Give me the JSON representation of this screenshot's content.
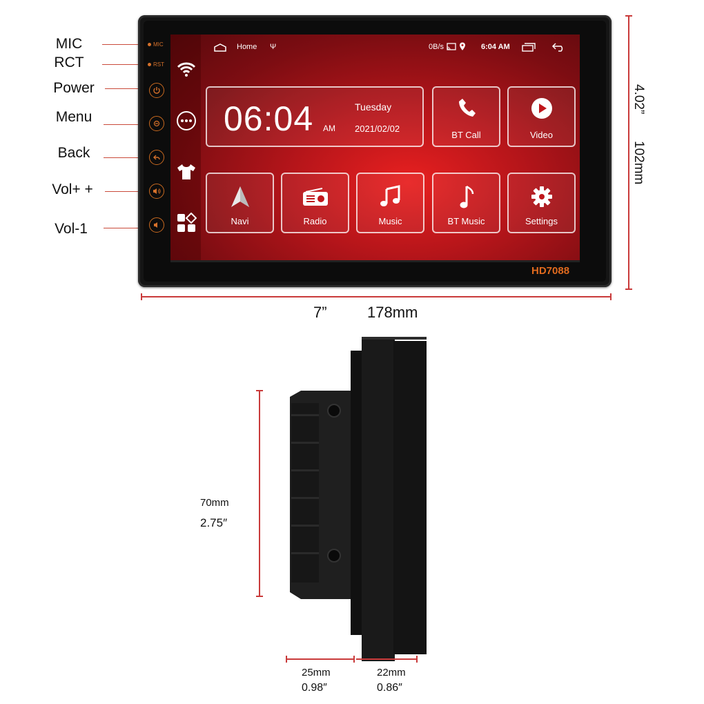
{
  "side_labels": {
    "mic": "MIC",
    "rct": "RCT",
    "power": "Power",
    "menu": "Menu",
    "back": "Back",
    "vol_up": "Vol+ +",
    "vol_down": "Vol-1"
  },
  "bezel": {
    "mic_label": "MIC",
    "rst_label": "RST",
    "model": "HD7088"
  },
  "statusbar": {
    "home_label": "Home",
    "speed": "0B/s",
    "time": "6:04 AM"
  },
  "clock": {
    "time": "06:04",
    "ampm": "AM",
    "day": "Tuesday",
    "date": "2021/02/02"
  },
  "tiles": {
    "bt_call": "BT Call",
    "video": "Video",
    "navi": "Navi",
    "radio": "Radio",
    "music": "Music",
    "bt_music": "BT Music",
    "settings": "Settings"
  },
  "dimensions": {
    "width_in": "7”",
    "width_mm": "178mm",
    "height_in": "4.02”",
    "height_mm": "102mm",
    "depth_mm": "70mm",
    "depth_in": "2.75″",
    "rear_mm": "25mm",
    "rear_in": "0.98″",
    "front_mm": "22mm",
    "front_in": "0.86″"
  },
  "colors": {
    "accent": "#e06a1e",
    "dimension_line": "#c93a3a",
    "screen_red": "#d81c1f"
  }
}
